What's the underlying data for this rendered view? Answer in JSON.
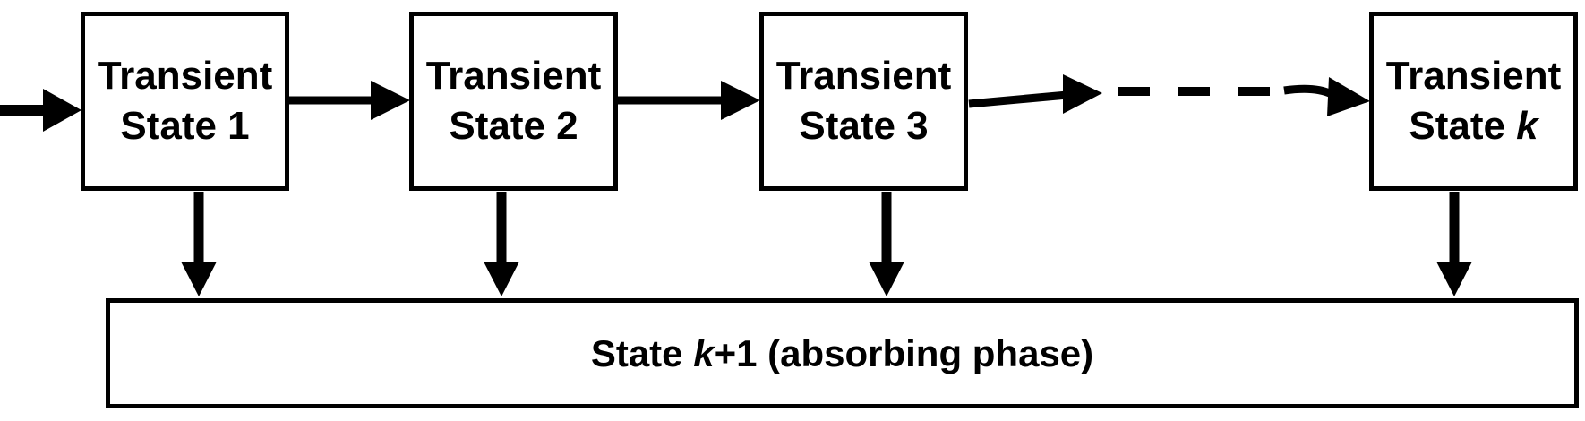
{
  "diagram": {
    "background": "#ffffff",
    "line_color": "#000000",
    "boxes": [
      {
        "id": "transient-state-1",
        "line1": "Transient",
        "line2": "State 1"
      },
      {
        "id": "transient-state-2",
        "line1": "Transient",
        "line2": "State 2"
      },
      {
        "id": "transient-state-3",
        "line1": "Transient",
        "line2": "State 3"
      },
      {
        "id": "transient-state-k",
        "line1": "Transient",
        "line2_prefix": "State ",
        "line2_var": "k"
      }
    ],
    "absorbing_box": {
      "id": "absorbing-state",
      "prefix": "State ",
      "var": "k",
      "suffix": "+1 (absorbing phase)"
    },
    "edges": [
      {
        "from": "start",
        "to": "transient-state-1",
        "style": "solid-arrow"
      },
      {
        "from": "transient-state-1",
        "to": "transient-state-2",
        "style": "solid-arrow"
      },
      {
        "from": "transient-state-2",
        "to": "transient-state-3",
        "style": "solid-arrow"
      },
      {
        "from": "transient-state-3",
        "to": "transient-state-k",
        "style": "dashed-arrow"
      },
      {
        "from": "transient-state-1",
        "to": "absorbing-state",
        "style": "solid-arrow-down"
      },
      {
        "from": "transient-state-2",
        "to": "absorbing-state",
        "style": "solid-arrow-down"
      },
      {
        "from": "transient-state-3",
        "to": "absorbing-state",
        "style": "solid-arrow-down"
      },
      {
        "from": "transient-state-k",
        "to": "absorbing-state",
        "style": "solid-arrow-down"
      }
    ]
  }
}
